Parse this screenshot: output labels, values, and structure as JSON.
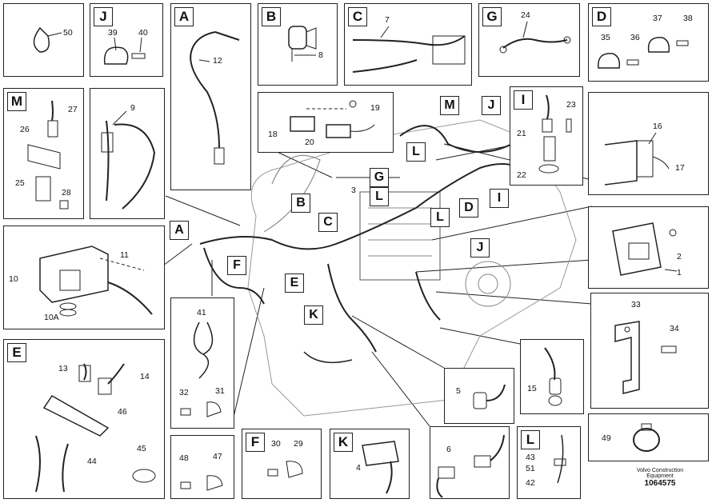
{
  "panels": {
    "p50": {
      "letter": "",
      "callouts": [
        "50"
      ]
    },
    "J": {
      "letter": "J",
      "callouts": [
        "39",
        "40"
      ]
    },
    "A": {
      "letter": "A",
      "callouts": [
        "12"
      ]
    },
    "B": {
      "letter": "B",
      "callouts": [
        "8"
      ]
    },
    "C": {
      "letter": "C",
      "callouts": [
        "7"
      ]
    },
    "G": {
      "letter": "G",
      "callouts": [
        "24"
      ]
    },
    "D": {
      "letter": "D",
      "callouts": [
        "37",
        "38",
        "35",
        "36"
      ]
    },
    "M": {
      "letter": "M",
      "callouts": [
        "27",
        "26",
        "25",
        "28"
      ]
    },
    "p9": {
      "letter": "",
      "callouts": [
        "9"
      ]
    },
    "P": {
      "letter": "",
      "callouts": [
        "19",
        "18",
        "20"
      ]
    },
    "I": {
      "letter": "I",
      "callouts": [
        "23",
        "21",
        "22"
      ]
    },
    "p16": {
      "letter": "",
      "callouts": [
        "16",
        "17"
      ]
    },
    "p10": {
      "letter": "",
      "callouts": [
        "11",
        "10",
        "10A"
      ]
    },
    "p2": {
      "letter": "",
      "callouts": [
        "2",
        "1"
      ]
    },
    "E": {
      "letter": "E",
      "callouts": [
        "13",
        "14",
        "46",
        "44",
        "45"
      ]
    },
    "p41": {
      "letter": "",
      "callouts": [
        "41",
        "32",
        "31"
      ]
    },
    "p33": {
      "letter": "",
      "callouts": [
        "33",
        "34"
      ]
    },
    "p15": {
      "letter": "",
      "callouts": [
        "15"
      ]
    },
    "p5": {
      "letter": "",
      "callouts": [
        "5"
      ]
    },
    "p48": {
      "letter": "",
      "callouts": [
        "48",
        "47"
      ]
    },
    "F": {
      "letter": "F",
      "callouts": [
        "30",
        "29"
      ]
    },
    "K": {
      "letter": "K",
      "callouts": [
        "4"
      ]
    },
    "p6": {
      "letter": "",
      "callouts": [
        "6"
      ]
    },
    "L": {
      "letter": "L",
      "callouts": [
        "43",
        "51",
        "42"
      ]
    },
    "p49": {
      "letter": "",
      "callouts": [
        "49"
      ]
    }
  },
  "engine": {
    "tags": [
      "M",
      "J",
      "L",
      "G",
      "L",
      "D",
      "I",
      "L",
      "B",
      "C",
      "A",
      "F",
      "E",
      "K",
      "J"
    ],
    "callouts": [
      "3"
    ]
  },
  "footer": {
    "line1": "Volvo Construction",
    "line2": "Equipment",
    "part_no": "1064575"
  }
}
